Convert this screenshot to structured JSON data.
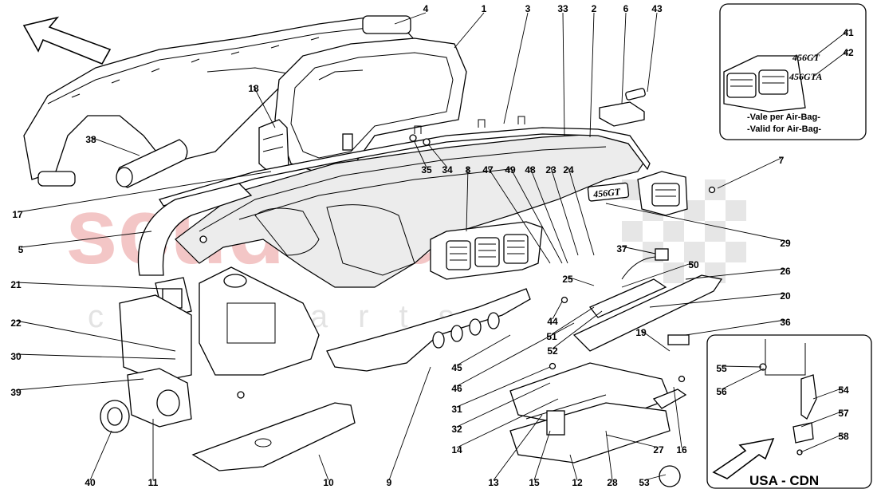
{
  "watermark": {
    "brand": "scuderia",
    "sub": "car parts"
  },
  "airbag_inset": {
    "note_it": "-Vale per Air-Bag-",
    "note_en": "-Valid for Air-Bag-",
    "badge_a": "456GT",
    "badge_b": "456GTA"
  },
  "usa_inset": {
    "title": "USA - CDN"
  },
  "dash_badge": "456GT",
  "callouts": [
    "4",
    "1",
    "3",
    "33",
    "2",
    "6",
    "43",
    "18",
    "38",
    "35",
    "34",
    "8",
    "47",
    "49",
    "48",
    "23",
    "24",
    "7",
    "17",
    "5",
    "29",
    "37",
    "25",
    "50",
    "26",
    "21",
    "44",
    "20",
    "22",
    "51",
    "36",
    "52",
    "30",
    "19",
    "45",
    "39",
    "46",
    "31",
    "32",
    "14",
    "27",
    "16",
    "40",
    "11",
    "10",
    "9",
    "13",
    "15",
    "12",
    "28",
    "53",
    "55",
    "56",
    "54",
    "57",
    "58",
    "41",
    "42"
  ],
  "colors": {
    "watermark_red": "#f3c6c6",
    "watermark_grey": "#e3e3e3",
    "line": "#000000"
  }
}
